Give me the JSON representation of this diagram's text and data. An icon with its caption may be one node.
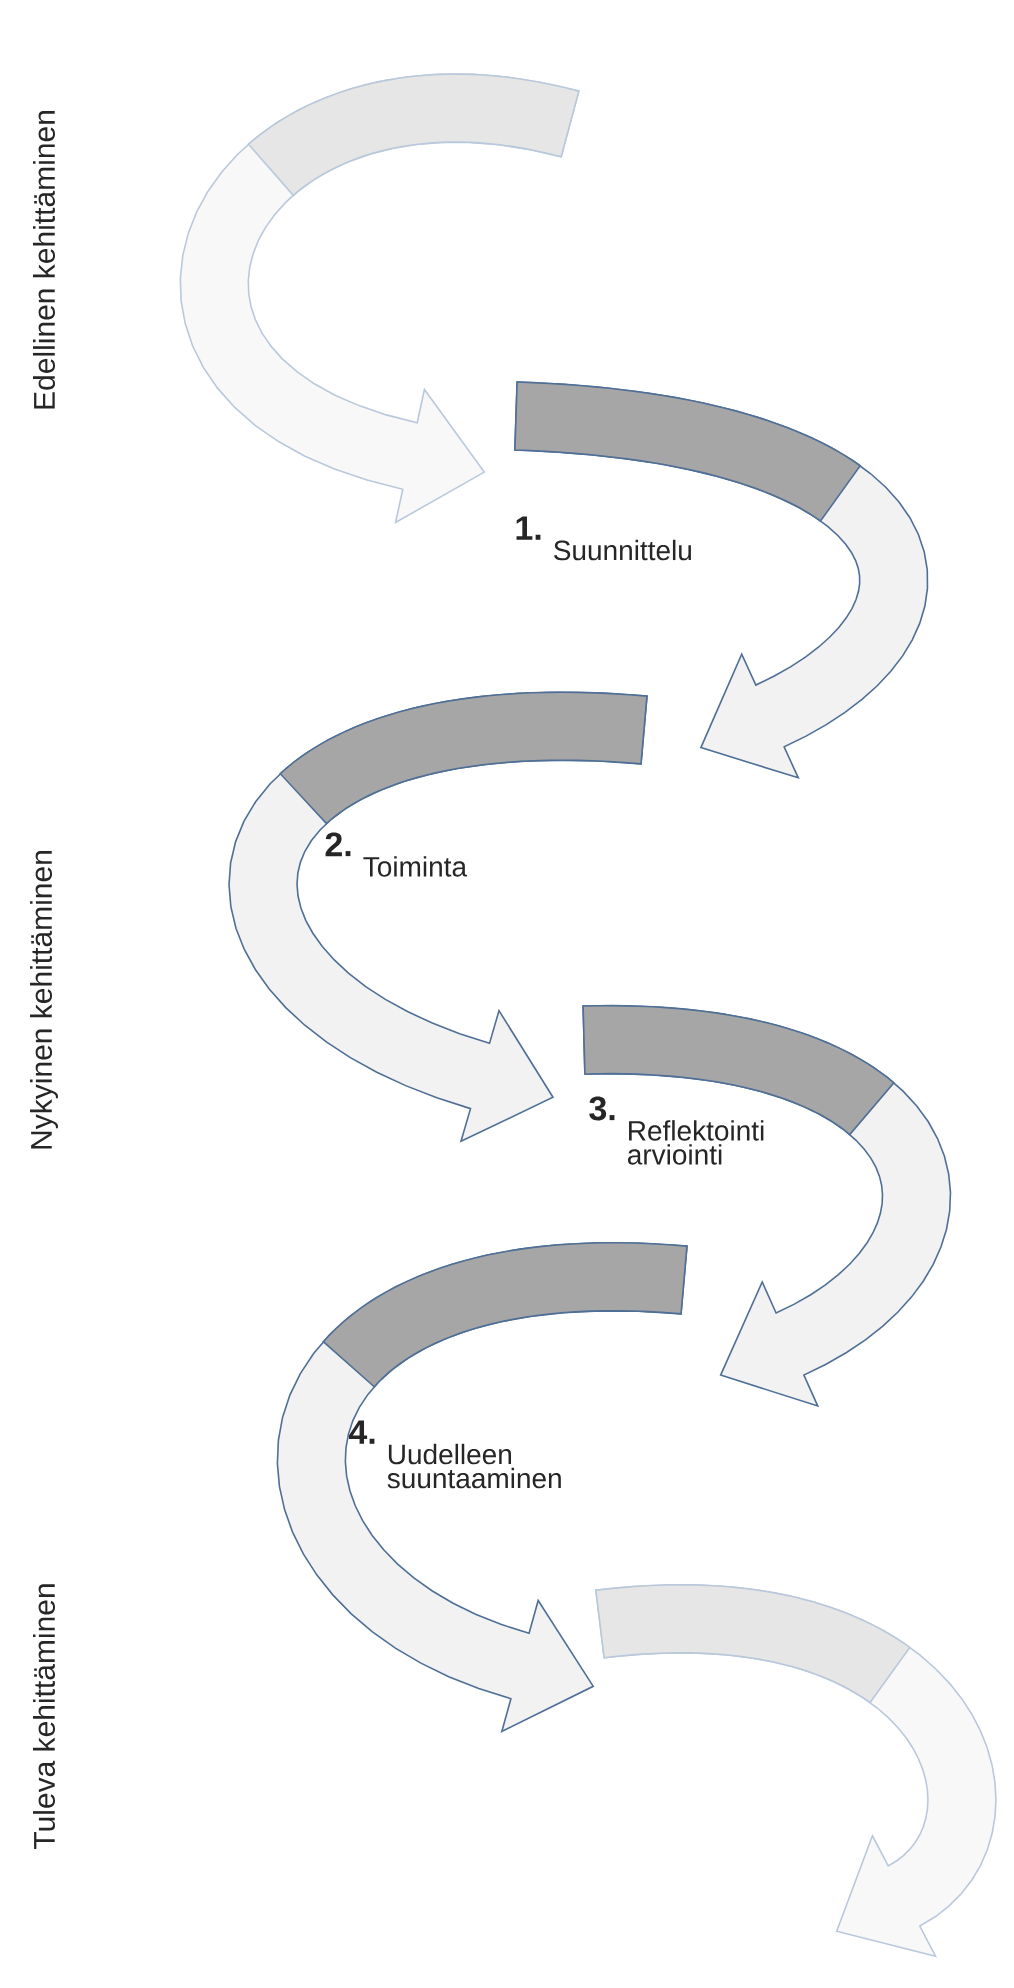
{
  "diagram": {
    "nodes": [
      {
        "text": [
          "1.",
          "Suunnittelu"
        ]
      },
      {
        "text": [
          "2.",
          "Toiminta"
        ]
      },
      {
        "text": [
          "3.",
          "Reflektointi arviointi"
        ]
      },
      {
        "text": [
          "4.",
          "Uudelleen suuntaaminen"
        ]
      }
    ],
    "edges": [
      {
        "from": null,
        "to": 0,
        "arrow": "to",
        "color": "#b9c9db"
      },
      {
        "from": 0,
        "to": 1,
        "arrow": "to"
      },
      {
        "from": 1,
        "to": 2,
        "arrow": "to"
      },
      {
        "from": 2,
        "to": 3,
        "arrow": "to"
      },
      {
        "from": 3,
        "to": null,
        "arrow": "to"
      }
    ],
    "labels": [
      "Edellinen kehittäminen",
      "Nykyinen kehittäminen",
      "Tuleva kehittäminen"
    ]
  }
}
